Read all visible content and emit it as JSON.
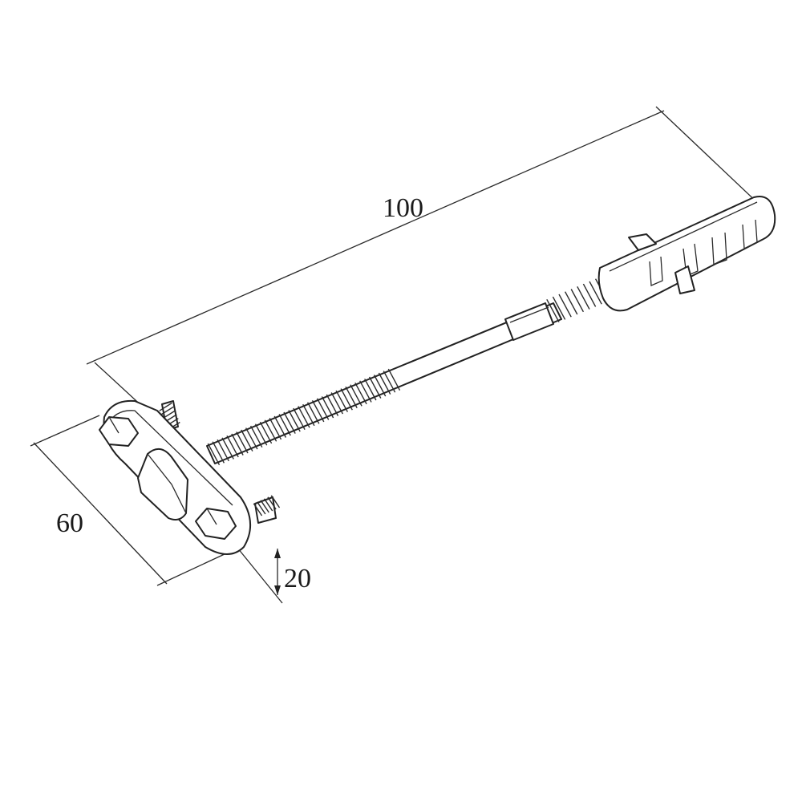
{
  "dimensions": {
    "length": "100",
    "width": "60",
    "height": "20"
  }
}
